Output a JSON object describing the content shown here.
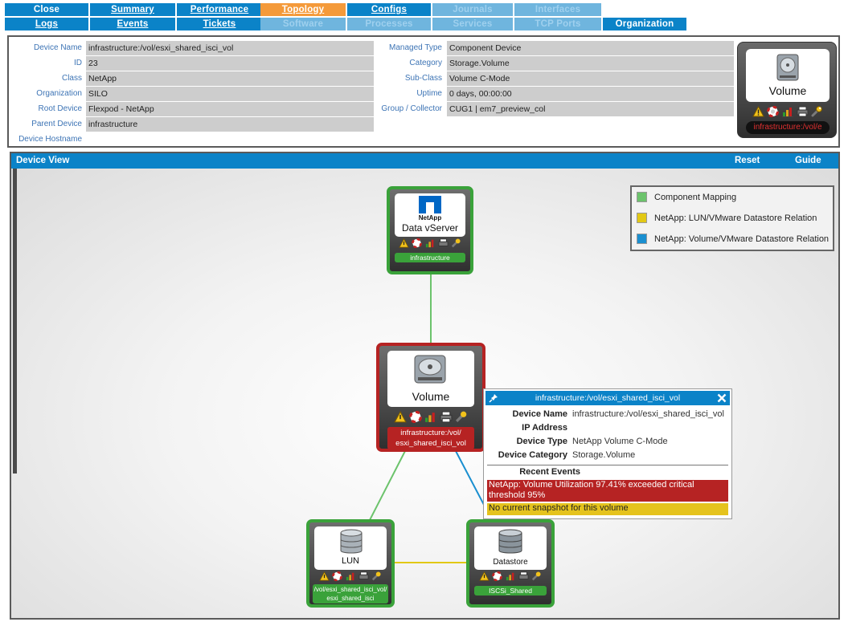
{
  "tabs": {
    "row1": [
      {
        "label": "Close",
        "state": "normal",
        "underline": false
      },
      {
        "label": "Summary",
        "state": "normal",
        "underline": true
      },
      {
        "label": "Performance",
        "state": "normal",
        "underline": true
      },
      {
        "label": "Topology",
        "state": "active",
        "underline": true
      },
      {
        "label": "Configs",
        "state": "normal",
        "underline": true
      },
      {
        "label": "Journals",
        "state": "disabled",
        "underline": false
      },
      {
        "label": "Interfaces",
        "state": "disabled",
        "underline": false
      }
    ],
    "row2": [
      {
        "label": "Logs",
        "state": "normal",
        "underline": true
      },
      {
        "label": "Events",
        "state": "normal",
        "underline": true
      },
      {
        "label": "Tickets",
        "state": "normal",
        "underline": true
      },
      {
        "label": "Software",
        "state": "disabled",
        "underline": false
      },
      {
        "label": "Processes",
        "state": "disabled",
        "underline": false
      },
      {
        "label": "Services",
        "state": "disabled",
        "underline": false
      },
      {
        "label": "TCP Ports",
        "state": "disabled",
        "underline": false
      },
      {
        "label": "Organization",
        "state": "normal",
        "underline": false
      }
    ]
  },
  "device_info": {
    "left": [
      {
        "label": "Device Name",
        "value": "infrastructure:/vol/esxi_shared_isci_vol"
      },
      {
        "label": "ID",
        "value": "23"
      },
      {
        "label": "Class",
        "value": "NetApp"
      },
      {
        "label": "Organization",
        "value": "SILO"
      },
      {
        "label": "Root Device",
        "value": "Flexpod - NetApp"
      },
      {
        "label": "Parent Device",
        "value": "infrastructure"
      },
      {
        "label": "Device Hostname",
        "value": ""
      }
    ],
    "right": [
      {
        "label": "Managed Type",
        "value": "Component Device"
      },
      {
        "label": "Category",
        "value": "Storage.Volume"
      },
      {
        "label": "Sub-Class",
        "value": "Volume C-Mode"
      },
      {
        "label": "Uptime",
        "value": "0 days, 00:00:00"
      },
      {
        "label": "Group / Collector",
        "value": "CUG1 | em7_preview_col"
      },
      {
        "label": "",
        "value": ""
      },
      {
        "label": "",
        "value": ""
      }
    ]
  },
  "thumbnail": {
    "title": "Volume",
    "name": "infrastructure:/vol/e"
  },
  "device_view": {
    "title": "Device View",
    "reset_label": "Reset",
    "guide_label": "Guide"
  },
  "legend": [
    {
      "label": "Component Mapping",
      "color": "#6cc36c"
    },
    {
      "label": "NetApp: LUN/VMware Datastore Relation",
      "color": "#e2c815"
    },
    {
      "label": "NetApp: Volume/VMware Datastore Relation",
      "color": "#1a8fd0"
    }
  ],
  "nodes": {
    "vserver": {
      "brand": "NetApp",
      "title": "Data vServer",
      "name": "infrastructure",
      "status_color": "#3aa23a"
    },
    "volume": {
      "title": "Volume",
      "name_line1": "infrastructure:/vol/",
      "name_line2": "esxi_shared_isci_vol",
      "status_color": "#b62323"
    },
    "lun": {
      "title": "LUN",
      "name_line1": "/vol/esxi_shared_isci_vol/",
      "name_line2": "esxi_shared_isci",
      "status_color": "#3aa23a"
    },
    "datastore": {
      "title": "Datastore",
      "name": "ISCSi_Shared",
      "status_color": "#3aa23a"
    }
  },
  "tooltip": {
    "title": "infrastructure:/vol/esxi_shared_isci_vol",
    "fields": [
      {
        "label": "Device Name",
        "value": "infrastructure:/vol/esxi_shared_isci_vol"
      },
      {
        "label": "IP Address",
        "value": ""
      },
      {
        "label": "Device Type",
        "value": "NetApp Volume C-Mode"
      },
      {
        "label": "Device Category",
        "value": "Storage.Volume"
      }
    ],
    "recent_events_label": "Recent Events",
    "events": [
      {
        "severity": "critical",
        "color": "#b62323",
        "text": "NetApp: Volume Utilization 97.41% exceeded critical threshold 95%"
      },
      {
        "severity": "minor",
        "color": "#e5c31d",
        "text": "No current snapshot for this volume"
      }
    ]
  },
  "icons": [
    "pin-icon",
    "close-icon",
    "warning-icon",
    "lifebuoy-icon",
    "chart-icon",
    "printer-icon",
    "wrench-icon",
    "hdd-icon",
    "database-icon",
    "netapp-logo-icon"
  ]
}
